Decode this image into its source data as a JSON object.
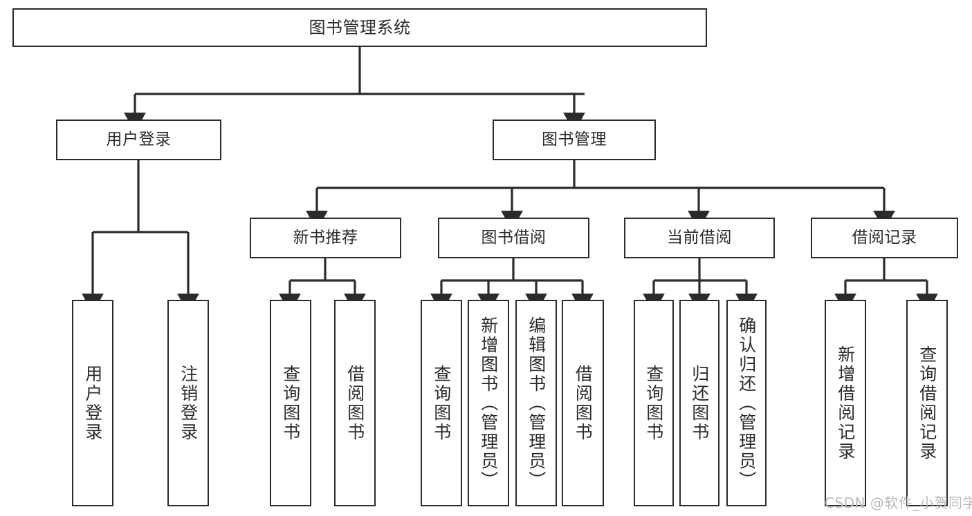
{
  "diagram": {
    "type": "tree-hierarchy-chart",
    "title": "图书管理系统",
    "line_color": "#2b2b2b",
    "background_color": "#ffffff",
    "text_color": "#2b2b2b",
    "watermark": "CSDN @软件_小贺同学",
    "watermark_color": "#b9b9b9"
  },
  "nodes": {
    "root": {
      "label": "图书管理系统"
    },
    "level2": [
      {
        "label": "用户登录"
      },
      {
        "label": "图书管理"
      }
    ],
    "level3": [
      {
        "label": "新书推荐"
      },
      {
        "label": "图书借阅"
      },
      {
        "label": "当前借阅"
      },
      {
        "label": "借阅记录"
      }
    ],
    "leaves": {
      "user_login": [
        {
          "label": "用户登录"
        },
        {
          "label": "注销登录"
        }
      ],
      "new_book_recommend": [
        {
          "label": "查询图书"
        },
        {
          "label": "借阅图书"
        }
      ],
      "book_borrow": [
        {
          "label": "查询图书"
        },
        {
          "label": "新增图书（管理员）"
        },
        {
          "label": "编辑图书（管理员）"
        },
        {
          "label": "借阅图书"
        }
      ],
      "current_borrow": [
        {
          "label": "查询图书"
        },
        {
          "label": "归还图书"
        },
        {
          "label": "确认归还（管理员）"
        }
      ],
      "borrow_record": [
        {
          "label": "新增借阅记录"
        },
        {
          "label": "查询借阅记录"
        }
      ]
    }
  }
}
